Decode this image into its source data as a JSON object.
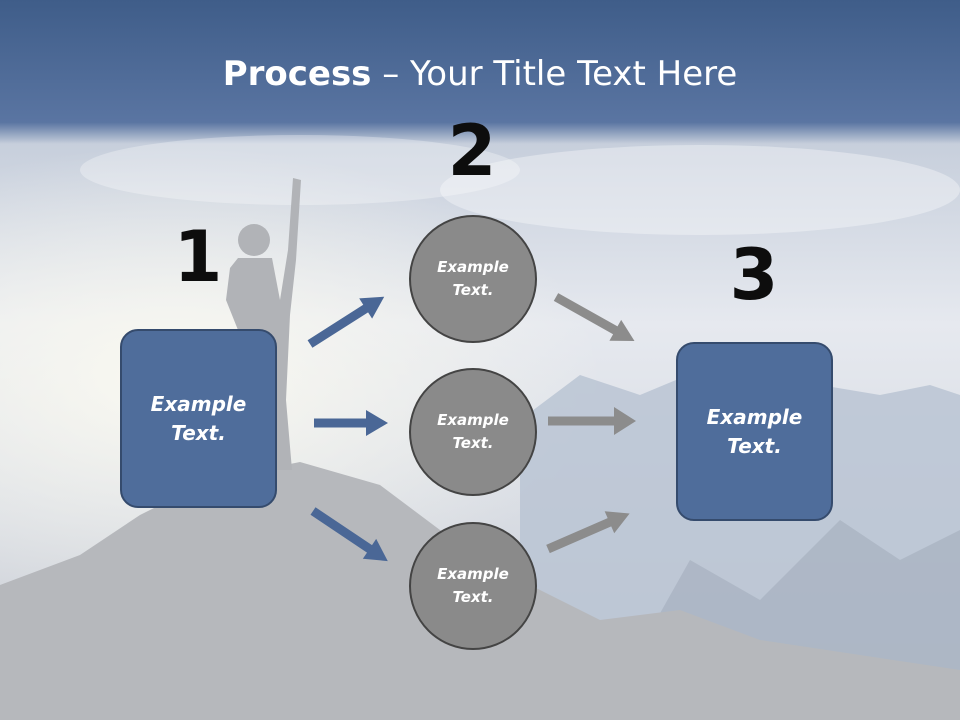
{
  "title": {
    "bold": "Process",
    "rest": " – Your Title Text Here"
  },
  "steps": [
    {
      "number": "1",
      "text_line1": "Example",
      "text_line2": "Text."
    },
    {
      "number": "2"
    },
    {
      "number": "3",
      "text_line1": "Example",
      "text_line2": "Text."
    }
  ],
  "circles": [
    {
      "text_line1": "Example",
      "text_line2": "Text."
    },
    {
      "text_line1": "Example",
      "text_line2": "Text."
    },
    {
      "text_line1": "Example",
      "text_line2": "Text."
    }
  ],
  "colors": {
    "box_fill": "#4f6d9b",
    "circle_fill": "#8a8a8a",
    "blue_arrow": "#4a6796",
    "grey_arrow": "#8c8c8c"
  }
}
